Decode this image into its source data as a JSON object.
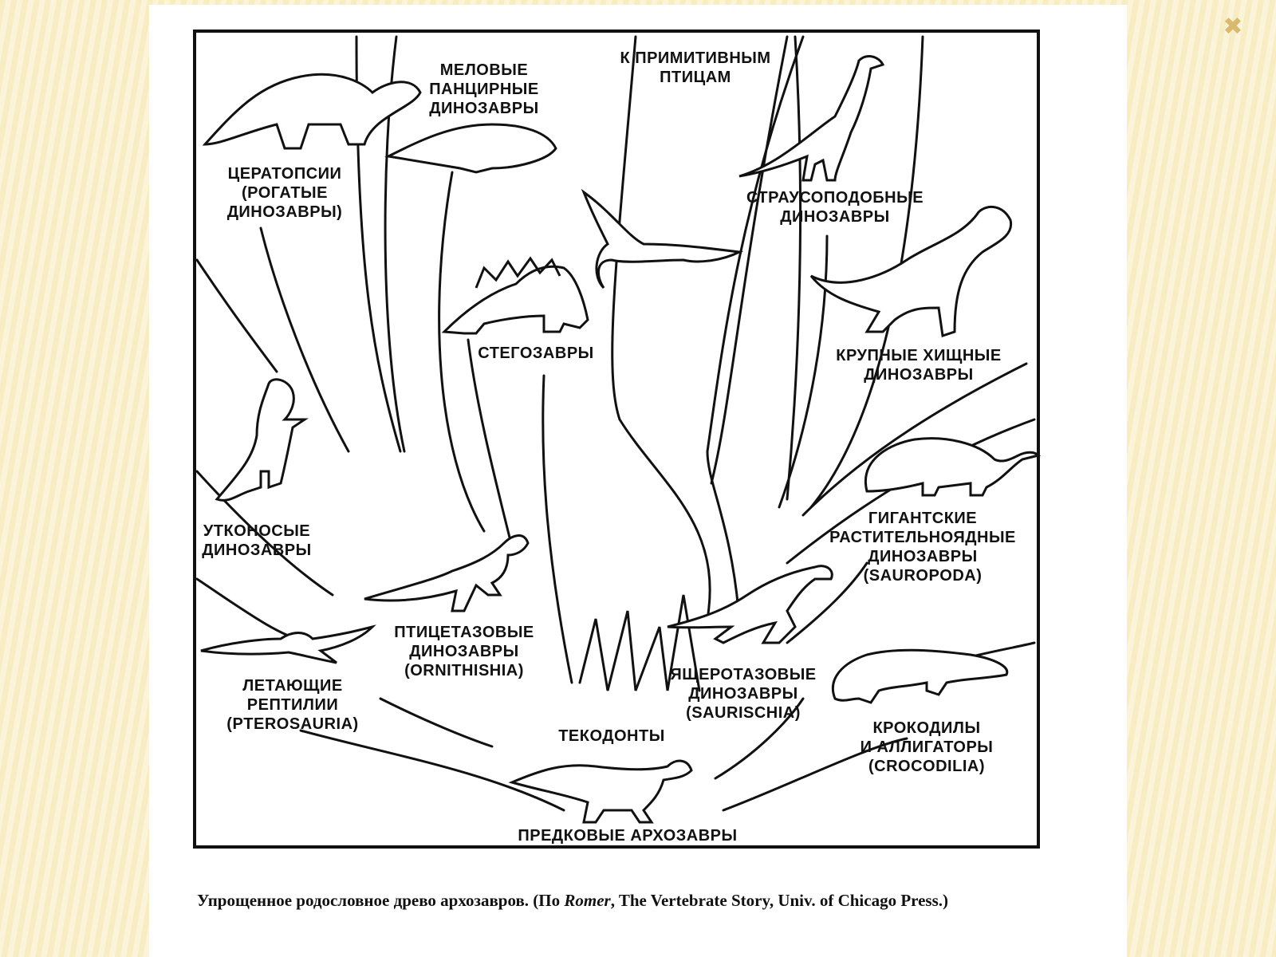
{
  "labels": {
    "ceratopsia": "ЦЕРАТОПСИИ\n(РОГАТЫЕ\nДИНОЗАВРЫ)",
    "armored": "МЕЛОВЫЕ\nПАНЦИРНЫЕ\nДИНОЗАВРЫ",
    "birds": "К ПРИМИТИВНЫМ\nПТИЦАМ",
    "ostrich": "СТРАУСОПОДОБНЫЕ\nДИНОЗАВРЫ",
    "stegosaurs": "СТЕГОЗАВРЫ",
    "carnivores": "КРУПНЫЕ ХИЩНЫЕ\nДИНОЗАВРЫ",
    "duckbilled": "УТКОНОСЫЕ\nДИНОЗАВРЫ",
    "sauropoda": "ГИГАНТСКИЕ\nРАСТИТЕЛЬНОЯДНЫЕ\nДИНОЗАВРЫ\n(SAUROPODA)",
    "ornithischia": "ПТИЦЕТАЗОВЫЕ\nДИНОЗАВРЫ\n(ORNITHISHIA)",
    "saurischia": "ЯЩЕРОТАЗОВЫЕ\nДИНОЗАВРЫ\n(SAURISCHIA)",
    "pterosauria": "ЛЕТАЮЩИЕ\nРЕПТИЛИИ\n(PTEROSAURIA)",
    "thecodonts": "ТЕКОДОНТЫ",
    "crocodilia": "КРОКОДИЛЫ\nИ АЛЛИГАТОРЫ\n(CROCODILIA)",
    "ancestral": "ПРЕДКОВЫЕ АРХОЗАВРЫ"
  },
  "caption": {
    "part1": "Упрощенное родословное древо архозавров. (По ",
    "author": "Romer",
    "part2": ", The Vertebrate Story, Univ. of Chicago Press.)"
  },
  "icons": {
    "corner": "✖"
  }
}
